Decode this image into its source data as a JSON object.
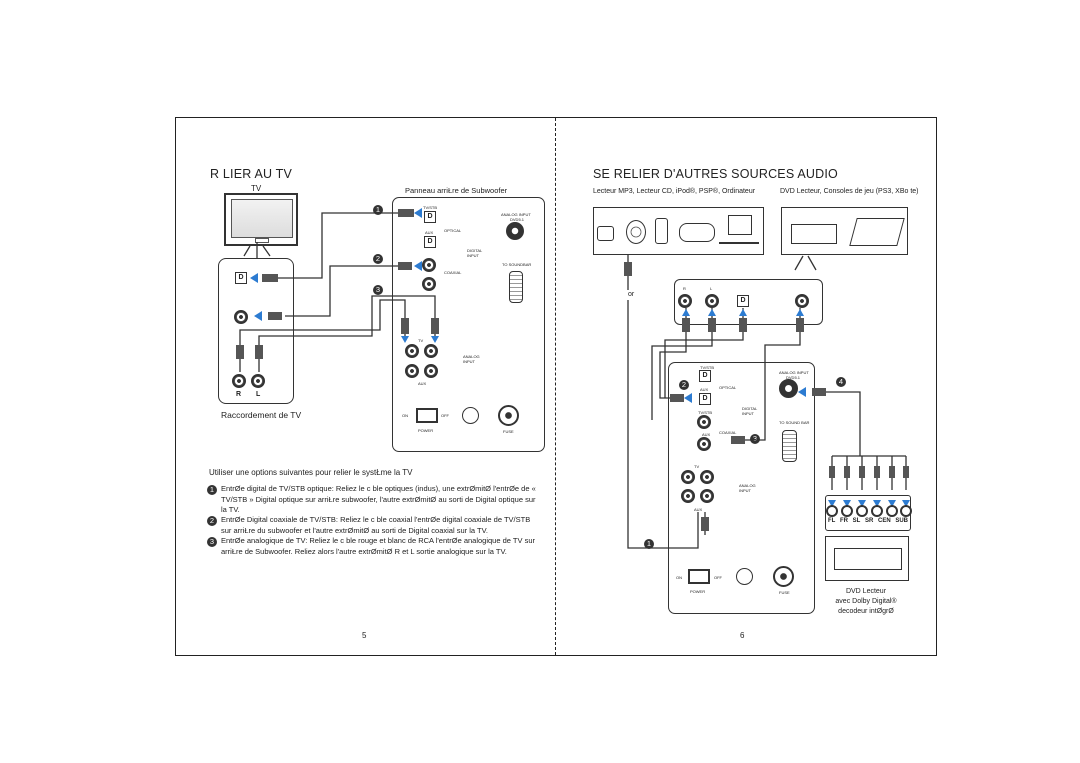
{
  "left": {
    "title": "R LIER AU TV",
    "tv_label": "TV",
    "panel_label": "Panneau arriŁre de Subwoofer",
    "tv_connections_caption": "Raccordement de TV",
    "rl_labels": [
      "R",
      "L"
    ],
    "panel": {
      "tvstb": "TV/STB",
      "optical": "OPTICAL",
      "aux": "AUX",
      "digital_input": "DIGITAL INPUT",
      "coaxial": "COAXIAL",
      "analog_input": "ANALOG INPUT",
      "dvd": "DVD5.1",
      "to_soundbar": "TO SOUNDBAR",
      "tv": "TV",
      "aux2": "AUX",
      "analog_input2": "ANALOG INPUT",
      "on": "ON",
      "off": "OFF",
      "power": "POWER",
      "fuse": "FUSE"
    },
    "markers": [
      "1",
      "2",
      "3"
    ],
    "intro": "Utiliser une options suivantes pour relier le systŁme   la TV",
    "steps": [
      {
        "num": "1",
        "text": "EntrØe digital de TV/STB optique:    Reliez le c ble optiques (indus), une extrØmitØ   l'entrØe de « TV/STB » Digital optique sur arriŁre subwoofer, l'autre extrØmitØ au sorti de Digital optique sur la TV."
      },
      {
        "num": "2",
        "text": "EntrØe Digital coaxiale de TV/STB:   Reliez le c ble coaxial   l'entrØe digital coaxiale de TV/STB   sur arriŁre du subwoofer et l'autre extrØmitØ au sorti de Digital coaxial sur la TV."
      },
      {
        "num": "3",
        "text": "EntrØe analogique de TV:  Reliez le c ble rouge et blanc de RCA   l'entrØe analogique de   TV  sur arriŁre de Subwoofer. Reliez alors l'autre extrØmitØ   R  et   L  sortie analogique sur la TV."
      }
    ],
    "page_number": "5"
  },
  "right": {
    "title": "SE RELIER   D'AUTRES SOURCES AUDIO",
    "sources_label": "Lecteur MP3, Lecteur CD, iPod®, PSP®, Ordinateur",
    "dvd_sources_label": "DVD Lecteur, Consoles de jeu (PS3, XBo te)",
    "or_label": "or",
    "rl_labels": [
      "R",
      "L"
    ],
    "markers": [
      "2",
      "3",
      "4",
      "1"
    ],
    "panel": {
      "tvstb": "TV/STB",
      "optical": "OPTICAL",
      "aux": "AUX",
      "digital_input": "DIGITAL INPUT",
      "coaxial": "COAXIAL",
      "analog_input": "ANALOG INPUT",
      "dvd": "DVD5.1",
      "to_soundbar": "TO SOUND BAR",
      "tv": "TV",
      "aux2": "AUX",
      "analog_input2": "ANALOG INPUT",
      "on": "ON",
      "off": "OFF",
      "power": "POWER",
      "fuse": "FUSE"
    },
    "channels": [
      "FL",
      "FR",
      "SL",
      "SR",
      "CEN",
      "SUB"
    ],
    "dvd_caption": [
      "DVD Lecteur",
      "avec Dolby Digital®",
      "decodeur intØgrØ"
    ],
    "page_number": "6"
  },
  "colors": {
    "arrow": "#2c7bd1",
    "border": "#222222",
    "panel": "#333333"
  }
}
